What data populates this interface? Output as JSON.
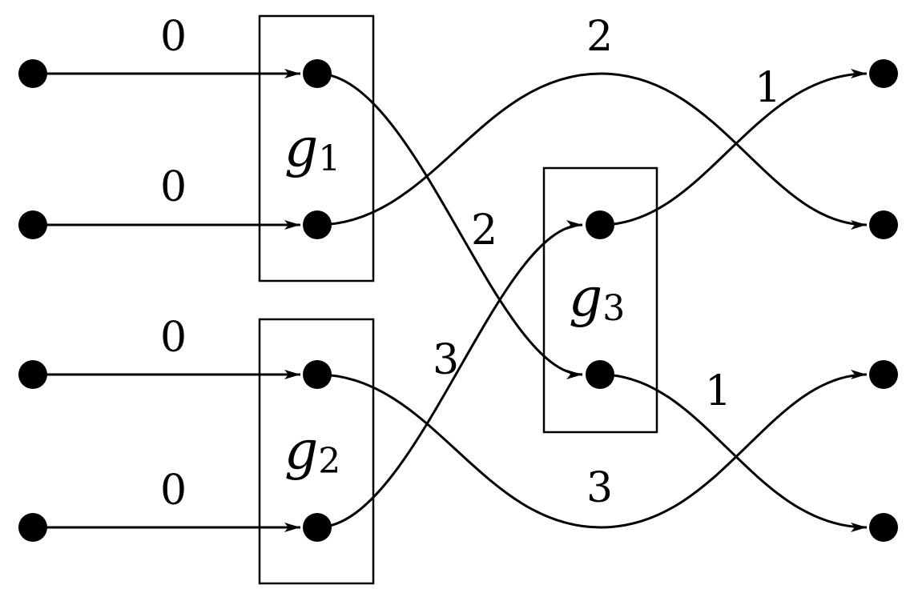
{
  "gates": [
    {
      "id": "g1",
      "base": "g",
      "sub": "1"
    },
    {
      "id": "g2",
      "base": "g",
      "sub": "2"
    },
    {
      "id": "g3",
      "base": "g",
      "sub": "3"
    }
  ],
  "edges": [
    {
      "from": "in1",
      "to": "g1-top",
      "label": "0"
    },
    {
      "from": "in2",
      "to": "g1-bottom",
      "label": "0"
    },
    {
      "from": "in3",
      "to": "g2-top",
      "label": "0"
    },
    {
      "from": "in4",
      "to": "g2-bottom",
      "label": "0"
    },
    {
      "from": "g1-top",
      "to": "g3-bottom",
      "label": "2"
    },
    {
      "from": "g1-bottom",
      "to": "out2",
      "label": "2"
    },
    {
      "from": "g2-top",
      "to": "out4",
      "label": "3"
    },
    {
      "from": "g2-bottom",
      "to": "g3-top",
      "label": "3"
    },
    {
      "from": "g3-top",
      "to": "out1",
      "label": "1"
    },
    {
      "from": "g3-bottom",
      "to": "out4-lower",
      "label": "1"
    }
  ],
  "colors": {
    "ink": "#000000",
    "background": "#ffffff"
  }
}
